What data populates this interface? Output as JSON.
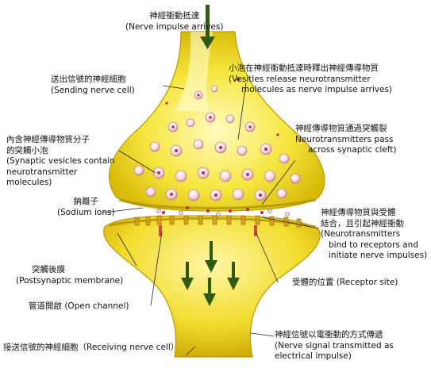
{
  "labels": {
    "nerve_impulse": {
      "zh": "神經衝動抵達",
      "en": "(Nerve impulse arrives)"
    },
    "sending_cell": {
      "zh": "送出信號的神經細胞",
      "en": "(Sending nerve cell)"
    },
    "vesicles_release": {
      "zh": "小泡在神經衝動抵達時釋出神經傳導物質",
      "en1": "(Vesitles release neurotransmitter",
      "en2": "molecules as nerve impulse arrives)"
    },
    "cross_cleft": {
      "zh": "神經傳導物質通過突觸裂",
      "en1": "Neurotransmitters pass",
      "en2": "across synaptic cleft)"
    },
    "synaptic_vesicles": {
      "zh1": "內含神經傳導物質分子",
      "zh2": "的突觸小泡",
      "en1": "(Synaptic vesicles contain",
      "en2": "neurotransmitter",
      "en3": "molecules)"
    },
    "sodium_ions": {
      "zh": "鈉離子",
      "en": "(Sodium ions)"
    },
    "bind_receptors": {
      "zh1": "神經傳導物質與受體",
      "zh2": "結合，且引起神經衝動",
      "en1": "(Neurotransmitters",
      "en2": "bind to receptors and",
      "en3": "initiate nerve impulses)"
    },
    "postsynaptic": {
      "zh": "突觸後膜",
      "en": "(Postsynaptic membrane)"
    },
    "receptor_site": {
      "text": "受體的位置 (Receptor site)"
    },
    "open_channel": {
      "text": "管道開啟 (Open channel)"
    },
    "receiving_cell": {
      "text": "接送信號的神經細胞（Receiving nerve cell）"
    },
    "electrical": {
      "zh": "神經信號以電衝動的方式傳遞",
      "en1": "(Nerve signal transmitted as",
      "en2": "electrical impulse)"
    }
  },
  "colors": {
    "neuron_light": "#fff8a0",
    "neuron": "#f4e02a",
    "neuron_dark": "#c9a800",
    "vesicle": "#c0284a",
    "arrow": "#2f5a14"
  }
}
